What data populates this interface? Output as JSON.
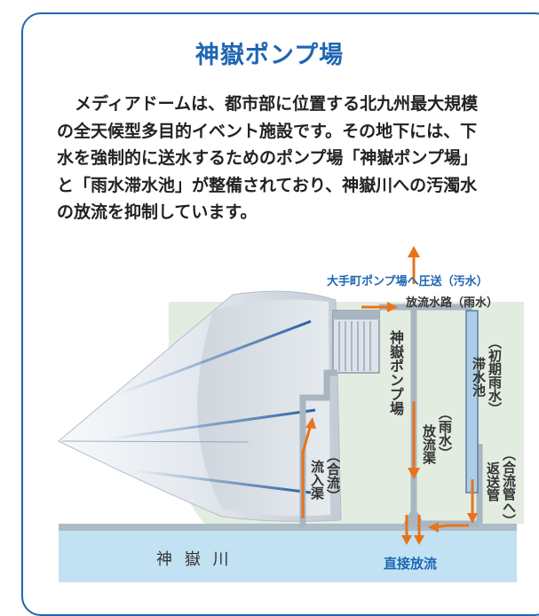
{
  "title": "神嶽ポンプ場",
  "description_lines": [
    "メディアドームは、都市部に位置する北九州最大規模",
    "の全天候型多目的イベント施設です。その地下には、下",
    "水を強制的に送水するためのポンプ場「神嶽ポンプ場」",
    "と「雨水滞水池」が整備されており、神嶽川への汚濁水",
    "の放流を抑制しています。"
  ],
  "labels": {
    "otemachi": "大手町ポンプ場へ圧送（汚水）",
    "discharge_channel": "放流水路（雨水）",
    "pump_station": "神嶽ポンプ場",
    "storage_tank": "滞水池",
    "storage_tank_note": "（初期雨水）",
    "discharge_culvert": "放流渠",
    "discharge_culvert_note": "（雨水）",
    "inflow_culvert": "流入渠",
    "inflow_culvert_note": "（合流）",
    "return_pipe": "返送管",
    "return_pipe_note": "（合流管へ）",
    "river": "神 嶽 川",
    "direct_discharge": "直接放流"
  },
  "colors": {
    "accent_blue": "#1f66b3",
    "arrow_orange": "#e8731a",
    "pipe_gray": "#a9b6c2",
    "river_blue": "#c2e2f3",
    "underground_green": "#e2ece1"
  }
}
